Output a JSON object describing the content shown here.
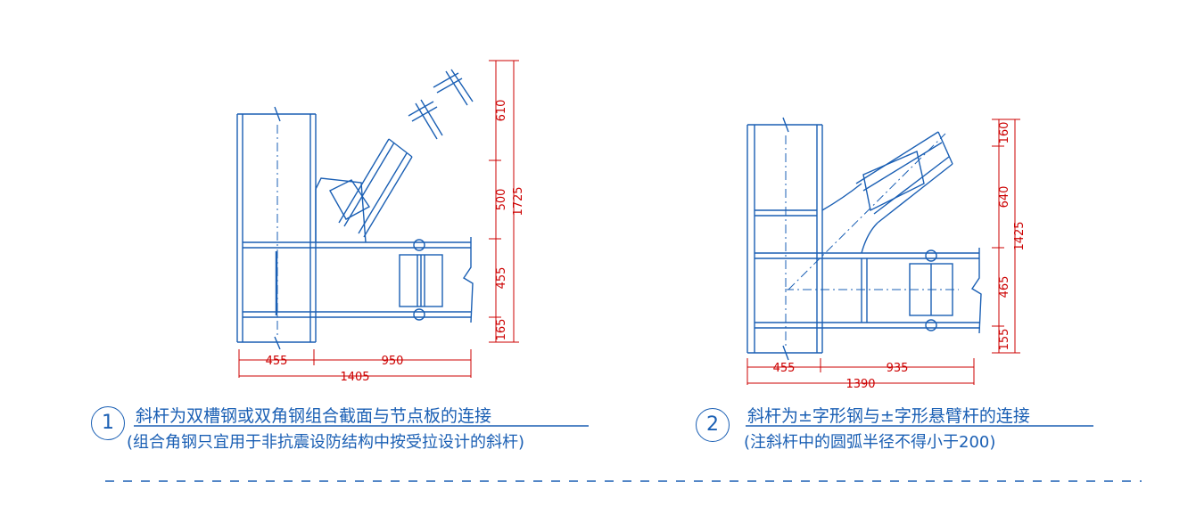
{
  "detail1": {
    "number": "1",
    "title": "斜杆为双槽钢或双角钢组合截面与节点板的连接",
    "note": "(组合角钢只宜用于非抗震设防结构中按受拉设计的斜杆)",
    "dims_bottom": [
      "455",
      "950",
      "1405"
    ],
    "dims_right": [
      "610",
      "500",
      "455",
      "165"
    ],
    "dims_total": "1725"
  },
  "detail2": {
    "number": "2",
    "title": "斜杆为±字形钢与±字形悬臂杆的连接",
    "note": "(注斜杆中的圆弧半径不得小于200)",
    "dims_bottom": [
      "455",
      "935",
      "1390"
    ],
    "dims_right": [
      "160",
      "640",
      "465",
      "155"
    ],
    "dims_total": "1425"
  },
  "colors": {
    "line": "#1a5fb4",
    "dimension": "#cc0000",
    "background": "#ffffff"
  }
}
